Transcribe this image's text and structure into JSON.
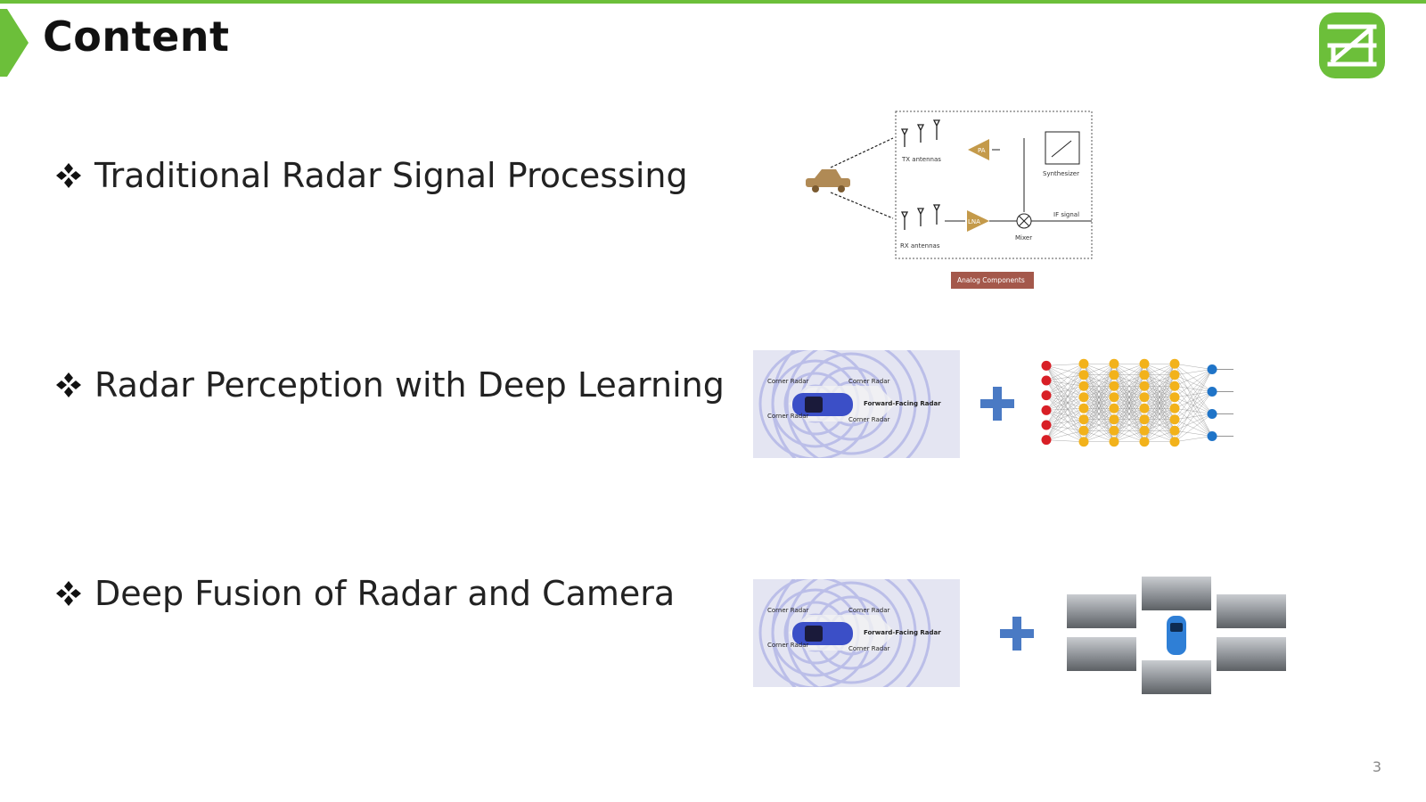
{
  "slide": {
    "title": "Content",
    "page_number": "3",
    "accent_color": "#6cbf3a"
  },
  "bullets": [
    {
      "text": "Traditional Radar Signal Processing",
      "icon": "four-diamond-bullet-icon"
    },
    {
      "text": "Radar Perception with Deep Learning",
      "icon": "four-diamond-bullet-icon"
    },
    {
      "text": "Deep Fusion of Radar and Camera",
      "icon": "four-diamond-bullet-icon"
    }
  ],
  "signal_diagram": {
    "tx_label": "TX antennas",
    "rx_label": "RX antennas",
    "pa_label": "PA",
    "lna_label": "LNA",
    "synth_label": "Synthesizer",
    "mixer_label": "Mixer",
    "if_label": "IF signal",
    "analog_label": "Analog Components"
  },
  "radar_car_figure": {
    "corner_radar": "Corner Radar",
    "forward_radar": "Forward-Facing Radar"
  },
  "icons": {
    "plus": "plus-icon",
    "network": "neural-network-icon",
    "cameras": "surround-camera-views-icon",
    "logo": "brand-logo-icon"
  }
}
